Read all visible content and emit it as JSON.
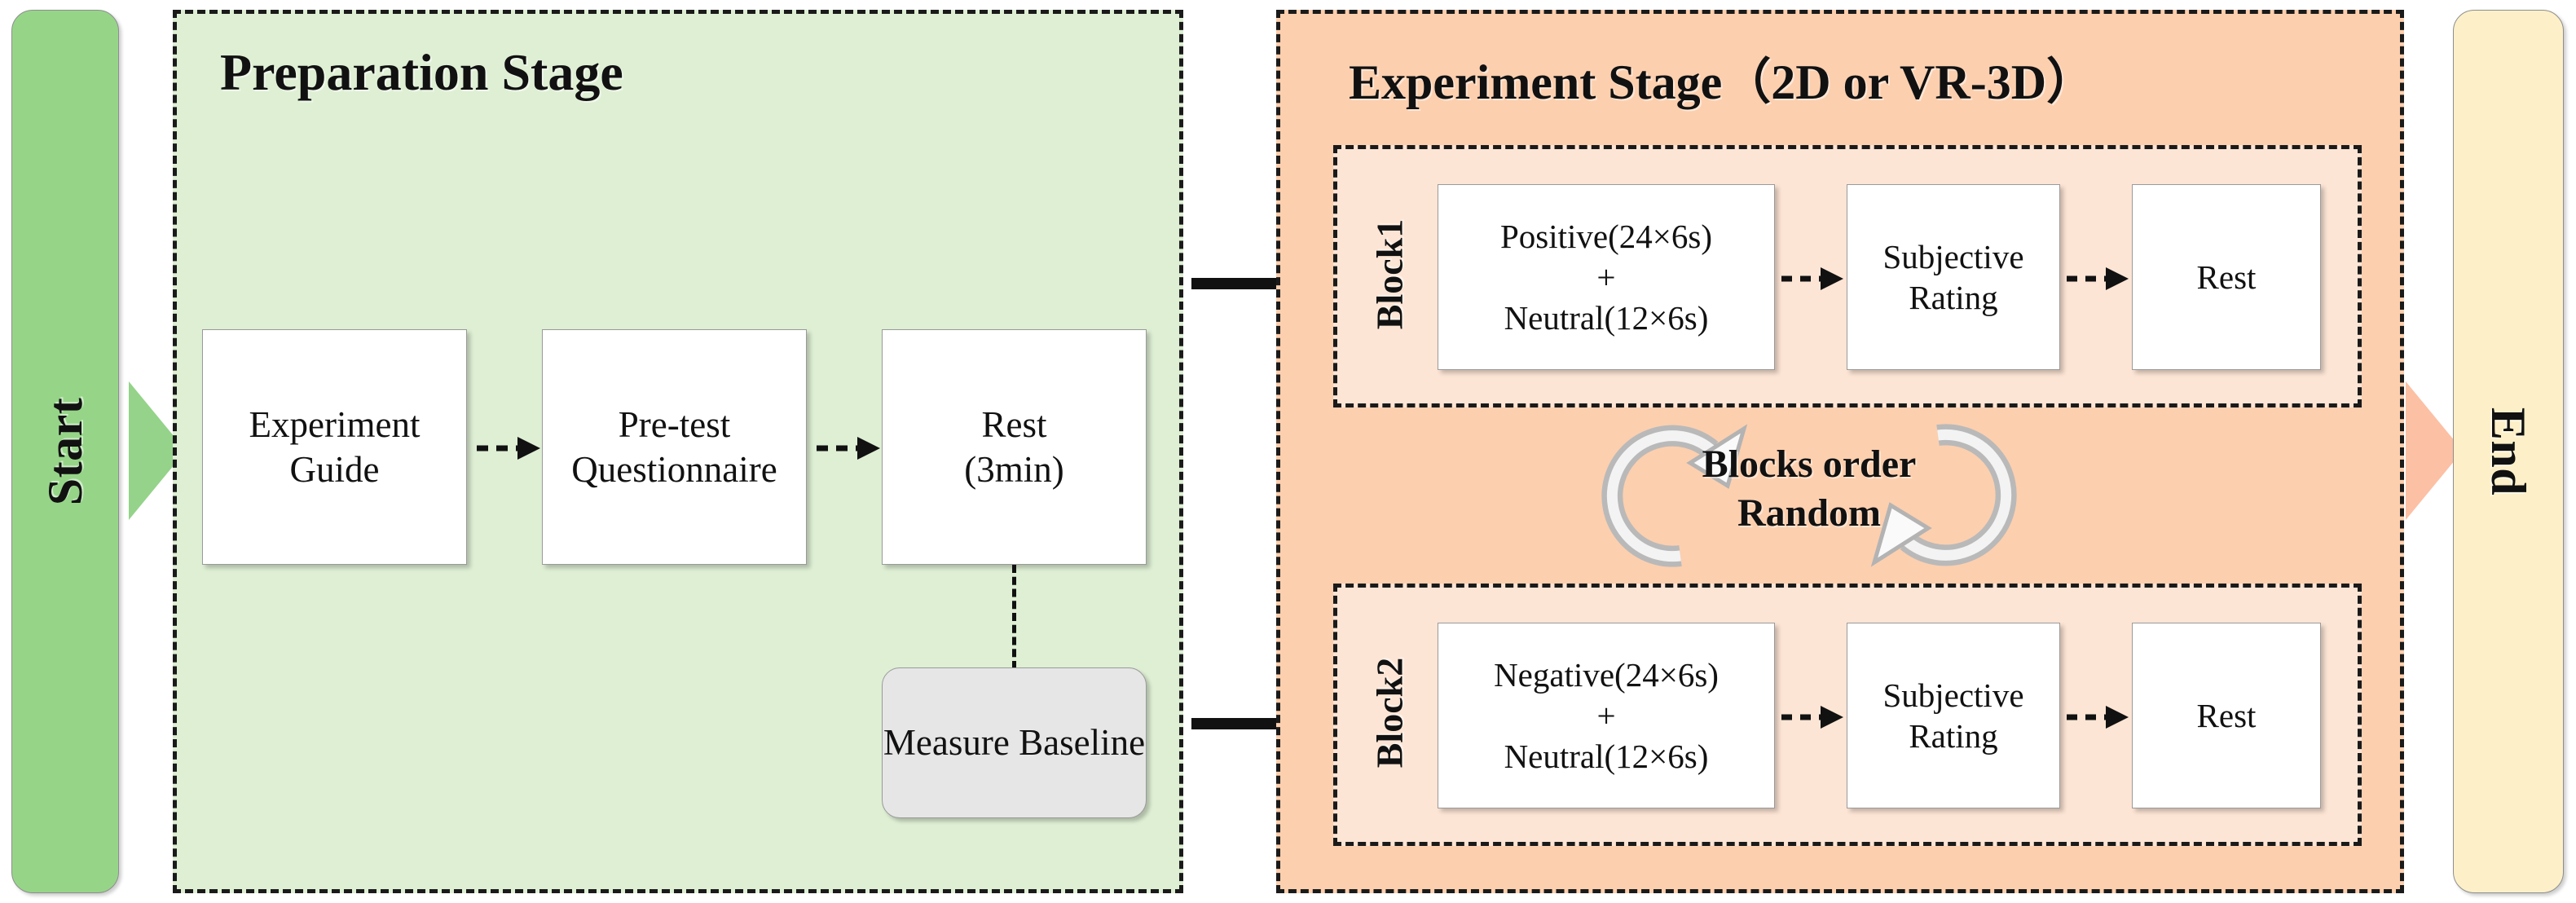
{
  "figure": {
    "type": "flowchart",
    "orientation": "left-to-right"
  },
  "start_node": {
    "label": "Start",
    "fill": "#96d588",
    "arrow_color": "#94d389"
  },
  "end_node": {
    "label": "End",
    "fill": "#fdf0c8",
    "arrow_color": "#fcc0a4"
  },
  "preparation_stage": {
    "title": "Preparation Stage",
    "fill": "#deefd4",
    "steps": [
      {
        "lines": [
          "Experiment",
          "Guide"
        ]
      },
      {
        "lines": [
          "Pre-test",
          "Questionnaire"
        ]
      },
      {
        "lines": [
          "Rest",
          "(3min)"
        ]
      }
    ],
    "side_node": {
      "lines": [
        "Measure",
        "Baseline"
      ],
      "fill": "#e6e6e6"
    }
  },
  "experiment_stage": {
    "title": "Experiment Stage（2D or VR-3D）",
    "fill": "#fccfae",
    "block_fill": "#fde5d5",
    "cycle_note": {
      "line1": "Blocks order",
      "line2": "Random"
    },
    "blocks": [
      {
        "label": "Block1",
        "steps": [
          {
            "lines": [
              "Positive(24×6s)",
              "+",
              "Neutral(12×6s)"
            ]
          },
          {
            "lines": [
              "Subjective",
              "Rating"
            ]
          },
          {
            "lines": [
              "Rest"
            ]
          }
        ]
      },
      {
        "label": "Block2",
        "steps": [
          {
            "lines": [
              "Negative(24×6s)",
              "+",
              "Neutral(12×6s)"
            ]
          },
          {
            "lines": [
              "Subjective",
              "Rating"
            ]
          },
          {
            "lines": [
              "Rest"
            ]
          }
        ]
      }
    ]
  }
}
